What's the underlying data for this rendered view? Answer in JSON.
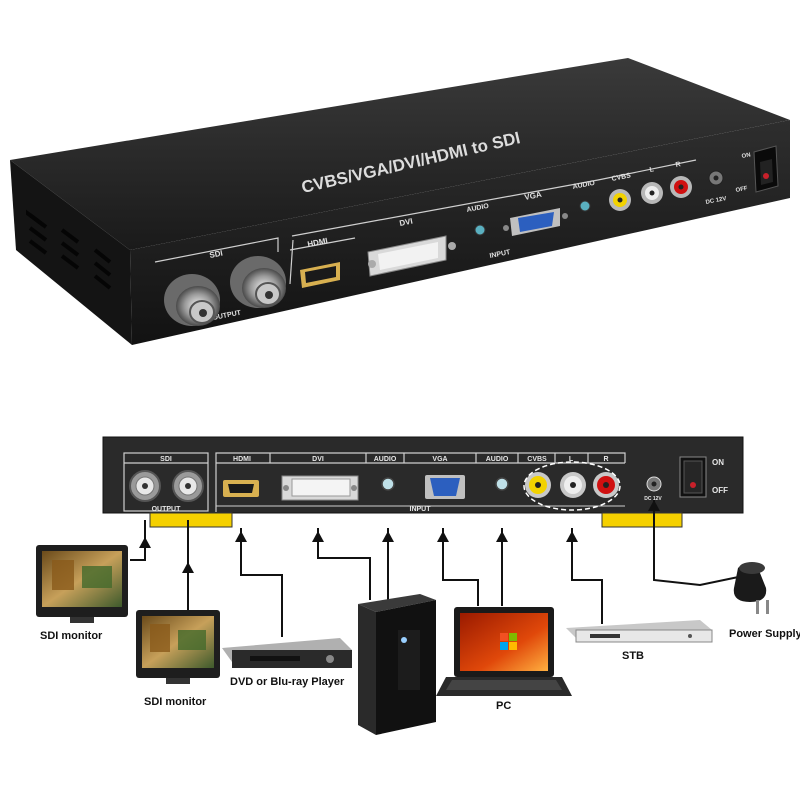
{
  "top_device": {
    "title": "CVBS/VGA/DVI/HDMI to SDI",
    "sdi_header": "SDI",
    "output_label": "OUTPUT",
    "hdmi_label": "HDMI",
    "dvi_label": "DVI",
    "audio_label_1": "AUDIO",
    "vga_label": "VGA",
    "audio_label_2": "AUDIO",
    "cvbs_label": "CVBS",
    "l_label": "L",
    "r_label": "R",
    "input_label": "INPUT",
    "dc_label": "DC 12V",
    "on_label": "ON",
    "off_label": "OFF"
  },
  "panel": {
    "sdi_header": "SDI",
    "output_label": "OUTPUT",
    "hdmi_label": "HDMI",
    "dvi_label": "DVI",
    "audio_label_1": "AUDIO",
    "vga_label": "VGA",
    "audio_label_2": "AUDIO",
    "cvbs_label": "CVBS",
    "l_label": "L",
    "r_label": "R",
    "input_label": "INPUT",
    "dc_label": "DC 12V",
    "on_label": "ON",
    "off_label": "OFF"
  },
  "devices": {
    "sdi_monitor_1": "SDI monitor",
    "sdi_monitor_2": "SDI monitor",
    "dvd_player": "DVD or Blu-ray Player",
    "pc": "PC",
    "stb": "STB",
    "power_supply": "Power Supply"
  },
  "colors": {
    "device_body": "#1c1c1c",
    "panel_body": "#2a2a2a",
    "highlight": "#f5d000",
    "rca_yellow": "#f2d200",
    "rca_white": "#eeeeee",
    "rca_red": "#d01010",
    "vga_blue": "#2c5fbf",
    "switch_red": "#c8202a"
  }
}
